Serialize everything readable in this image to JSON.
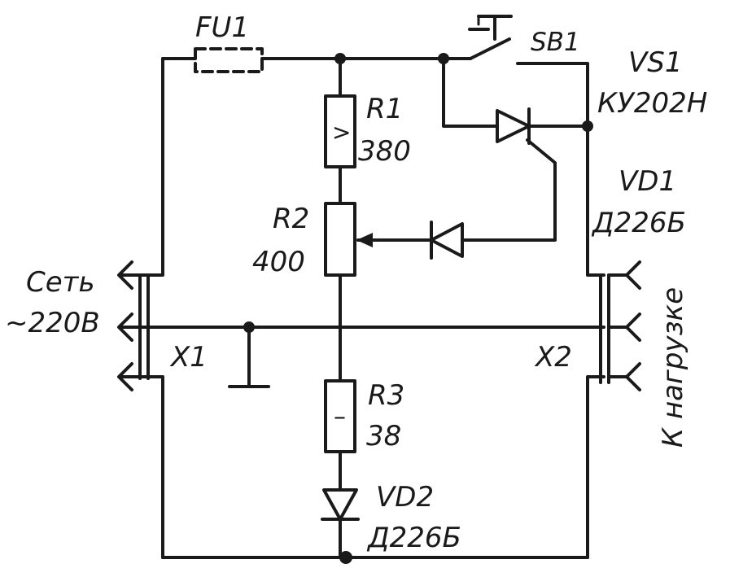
{
  "labels": {
    "fuse": "FU1",
    "switch": "SB1",
    "thyristor_ref": "VS1",
    "thyristor_type": "КУ202Н",
    "r1_ref": "R1",
    "r1_value": "380",
    "r1_mark": ">",
    "vd1_ref": "VD1",
    "vd1_type": "Д226Б",
    "r2_ref": "R2",
    "r2_value": "400",
    "mains_1": "Сеть",
    "mains_2": "~220В",
    "x1": "X1",
    "x2": "X2",
    "r3_ref": "R3",
    "r3_value": "38",
    "r3_mark": "–",
    "vd2_ref": "VD2",
    "vd2_type": "Д226Б",
    "load": "К нагрузке"
  }
}
